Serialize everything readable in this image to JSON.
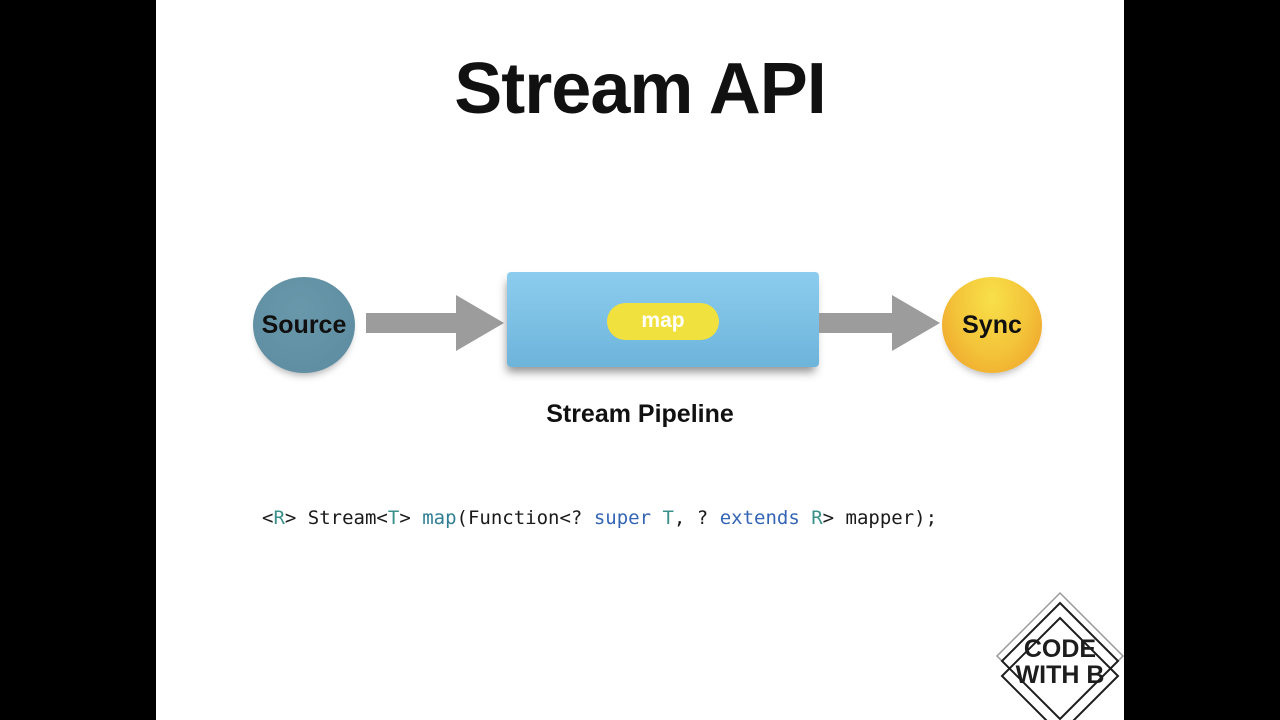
{
  "slide": {
    "title": "Stream API",
    "pipeline_caption": "Stream Pipeline"
  },
  "diagram": {
    "source_label": "Source",
    "map_label": "map",
    "sync_label": "Sync"
  },
  "code": {
    "full_text": "<R> Stream<T> map(Function<? super T, ? extends R> mapper);",
    "tokens": [
      {
        "t": "<",
        "c": "plain"
      },
      {
        "t": "R",
        "c": "type"
      },
      {
        "t": "> Stream<",
        "c": "plain"
      },
      {
        "t": "T",
        "c": "type"
      },
      {
        "t": "> ",
        "c": "plain"
      },
      {
        "t": "map",
        "c": "method"
      },
      {
        "t": "(Function<? ",
        "c": "plain"
      },
      {
        "t": "super",
        "c": "keyword"
      },
      {
        "t": " ",
        "c": "plain"
      },
      {
        "t": "T",
        "c": "type"
      },
      {
        "t": ", ? ",
        "c": "plain"
      },
      {
        "t": "extends",
        "c": "keyword"
      },
      {
        "t": " ",
        "c": "plain"
      },
      {
        "t": "R",
        "c": "type"
      },
      {
        "t": "> mapper);",
        "c": "plain"
      }
    ],
    "colors": {
      "plain": "#1A1A1A",
      "type": "#3B908A",
      "method": "#2F7E94",
      "keyword": "#3465B4"
    }
  },
  "logo": {
    "line1": "CODE",
    "line2": "WITH B"
  },
  "theme": {
    "bar": "#000000",
    "bg": "#FFFFFF",
    "title_color": "#111111",
    "arrow": "#9C9C9C",
    "source_fill": "#6A98AB",
    "source_fill_dark": "#5E8CA0",
    "box_top": "#8CCDEE",
    "box_bottom": "#6DB4DB",
    "pill_fill": "#F1E13E",
    "pill_text": "#FFFFFF",
    "sync_light": "#F8E049",
    "sync_mid": "#F3C238",
    "sync_deep": "#EE9A2A",
    "logo_ink": "#1D1D1D",
    "logo_gray": "#9A9A9A"
  }
}
